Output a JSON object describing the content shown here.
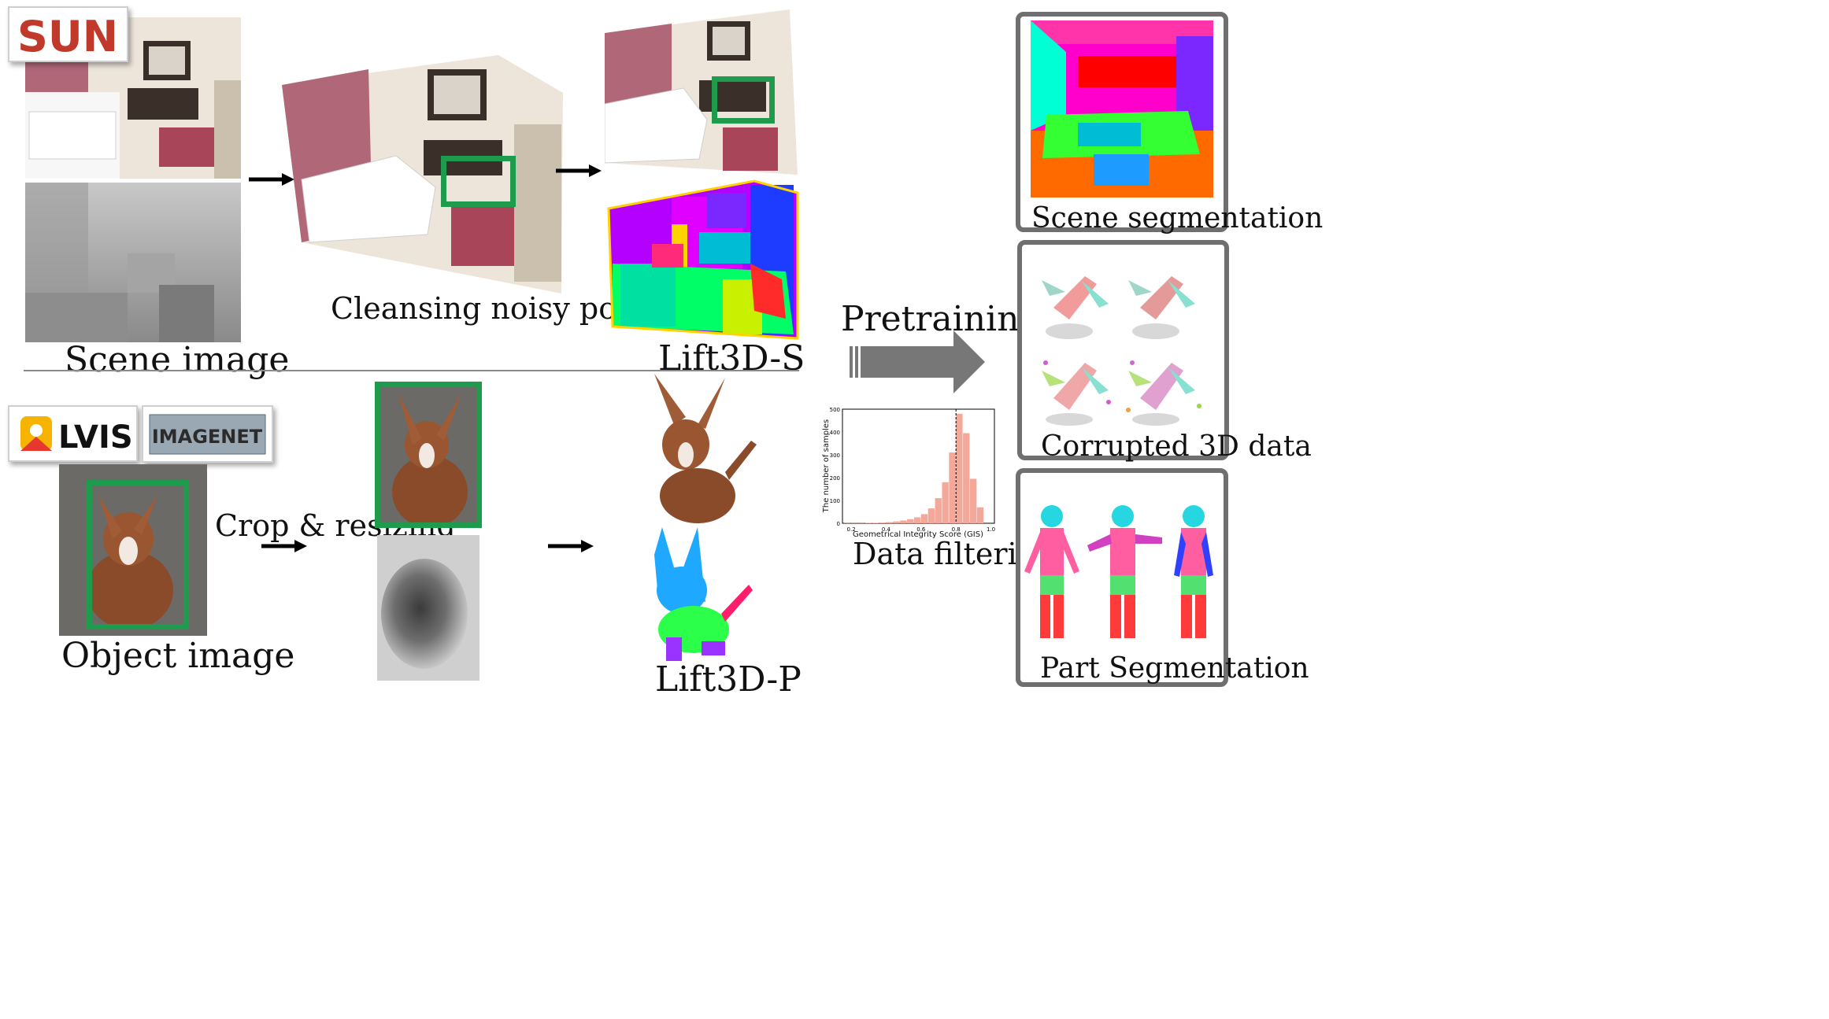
{
  "labels": {
    "scene_image": "Scene image",
    "cleansing": "Cleansing noisy points",
    "lift3d_s": "Lift3D-S",
    "object_image": "Object image",
    "crop_resize": "Crop & resizing",
    "lift3d_p": "Lift3D-P",
    "pretraining": "Pretraining",
    "data_filtering": "Data filtering",
    "scene_segmentation": "Scene segmentation",
    "corrupted_3d": "Corrupted 3D data",
    "part_segmentation": "Part Segmentation"
  },
  "logos": {
    "sun": "SUN",
    "lvis": "LVIS",
    "imagenet": "IMAGENET"
  },
  "colors": {
    "green_box": "#1e9b4c",
    "panel_border": "#6f6f6f",
    "histogram_bar": "#f4a89a",
    "arrow_gray": "#777777"
  },
  "chart_data": {
    "type": "bar",
    "xlabel": "Geometrical Integrity Score (GIS)",
    "ylabel": "The number of samples",
    "xlim": [
      0.15,
      1.02
    ],
    "ylim": [
      0,
      500
    ],
    "xticks": [
      "0.2",
      "0.4",
      "0.6",
      "0.8",
      "1.0"
    ],
    "yticks": [
      "0",
      "100",
      "200",
      "300",
      "400",
      "500"
    ],
    "threshold": 0.8,
    "bin_width": 0.04,
    "x": [
      0.18,
      0.22,
      0.26,
      0.3,
      0.34,
      0.38,
      0.42,
      0.46,
      0.5,
      0.54,
      0.58,
      0.62,
      0.66,
      0.7,
      0.74,
      0.78,
      0.82,
      0.86,
      0.9,
      0.94
    ],
    "values": [
      1,
      1,
      1,
      2,
      2,
      3,
      5,
      8,
      12,
      18,
      26,
      40,
      65,
      110,
      180,
      310,
      480,
      395,
      195,
      70
    ]
  }
}
